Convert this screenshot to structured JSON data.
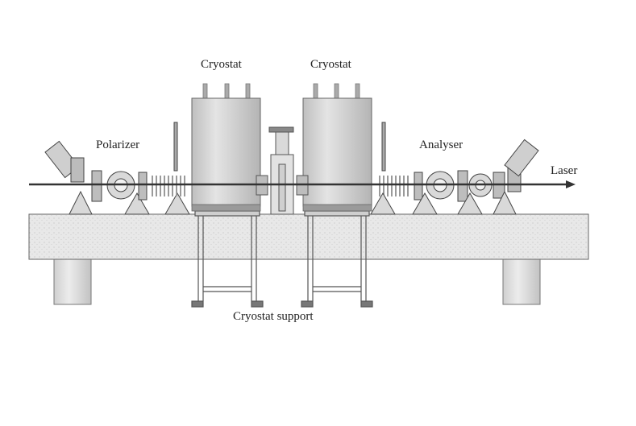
{
  "labels": {
    "cryostat_left": "Cryostat",
    "cryostat_right": "Cryostat",
    "polarizer": "Polarizer",
    "analyser": "Analyser",
    "laser": "Laser",
    "cryostat_support": "Cryostat support"
  },
  "colors": {
    "cryostat_fill": "#d6d6d6",
    "bench_fill": "#e6e6e6",
    "beam": "#333333",
    "outline": "#555555"
  }
}
